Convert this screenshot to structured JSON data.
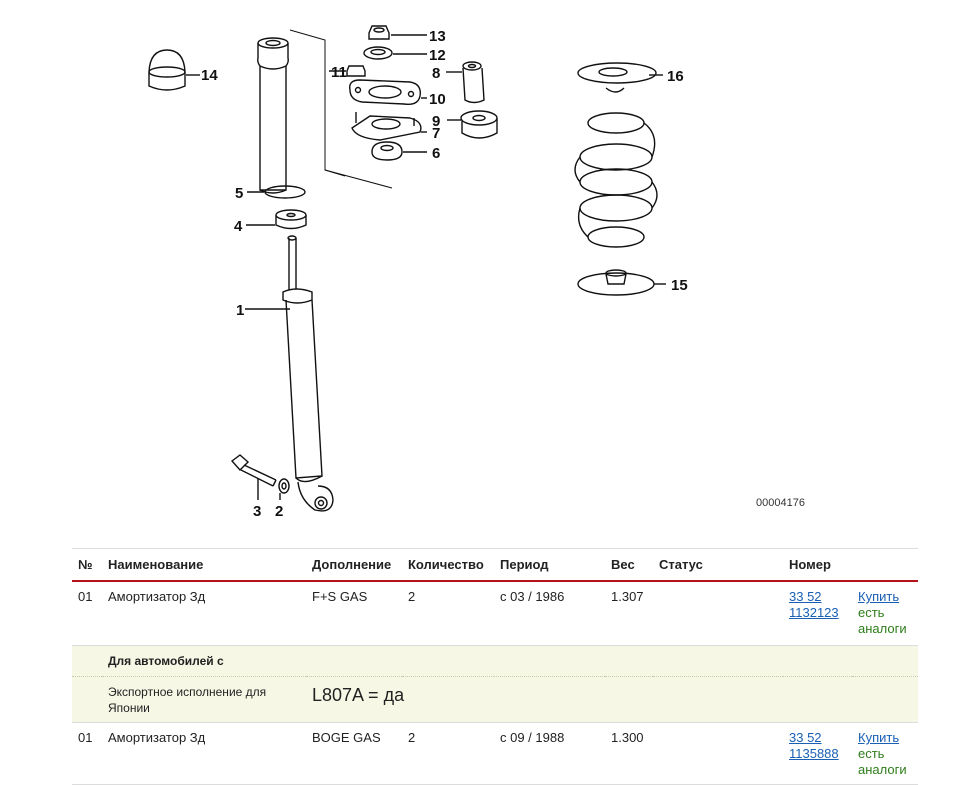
{
  "diagram": {
    "image_id": "00004176",
    "callouts": [
      "1",
      "2",
      "3",
      "4",
      "5",
      "6",
      "7",
      "8",
      "9",
      "10",
      "11",
      "12",
      "13",
      "14",
      "15",
      "16"
    ]
  },
  "table": {
    "headers": {
      "no": "№",
      "name": "Наименование",
      "extra": "Дополнение",
      "qty": "Количество",
      "period": "Период",
      "weight": "Вес",
      "status": "Статус",
      "number": "Номер"
    },
    "rows": [
      {
        "no": "01",
        "name": "Амортизатор Зд",
        "extra": "F+S GAS",
        "qty": "2",
        "period": "с 03 / 1986",
        "weight": "1.307",
        "status": "",
        "number_line1": "33 52",
        "number_line2": "1132123",
        "buy": "Купить",
        "analog_line1": "есть",
        "analog_line2": "аналоги"
      },
      {
        "no": "01",
        "name": "Амортизатор Зд",
        "extra": "BOGE GAS",
        "qty": "2",
        "period": "с 09 / 1988",
        "weight": "1.300",
        "status": "",
        "number_line1": "33 52",
        "number_line2": "1135888",
        "buy": "Купить",
        "analog_line1": "есть",
        "analog_line2": "аналоги"
      }
    ],
    "condition": {
      "header": "Для автомобилей с",
      "label": "Экспортное исполнение для Японии",
      "value": "L807A = да"
    }
  }
}
